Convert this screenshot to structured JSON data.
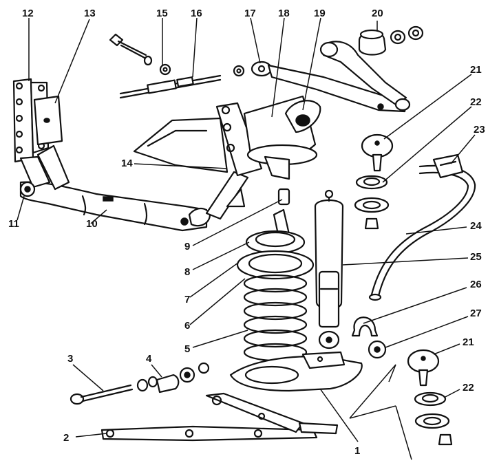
{
  "callouts": [
    {
      "id": "1",
      "text": "1"
    },
    {
      "id": "2",
      "text": "2"
    },
    {
      "id": "3",
      "text": "3"
    },
    {
      "id": "4",
      "text": "4"
    },
    {
      "id": "5",
      "text": "5"
    },
    {
      "id": "6",
      "text": "6"
    },
    {
      "id": "7",
      "text": "7"
    },
    {
      "id": "8",
      "text": "8"
    },
    {
      "id": "9",
      "text": "9"
    },
    {
      "id": "10",
      "text": "10"
    },
    {
      "id": "11",
      "text": "11"
    },
    {
      "id": "12",
      "text": "12"
    },
    {
      "id": "13",
      "text": "13"
    },
    {
      "id": "14",
      "text": "14"
    },
    {
      "id": "15",
      "text": "15"
    },
    {
      "id": "16",
      "text": "16"
    },
    {
      "id": "17",
      "text": "17"
    },
    {
      "id": "18",
      "text": "18"
    },
    {
      "id": "19",
      "text": "19"
    },
    {
      "id": "20",
      "text": "20"
    },
    {
      "id": "21a",
      "text": "21"
    },
    {
      "id": "21b",
      "text": "21"
    },
    {
      "id": "22a",
      "text": "22"
    },
    {
      "id": "22b",
      "text": "22"
    },
    {
      "id": "23",
      "text": "23"
    },
    {
      "id": "24",
      "text": "24"
    },
    {
      "id": "25",
      "text": "25"
    },
    {
      "id": "26",
      "text": "26"
    },
    {
      "id": "27",
      "text": "27"
    }
  ]
}
